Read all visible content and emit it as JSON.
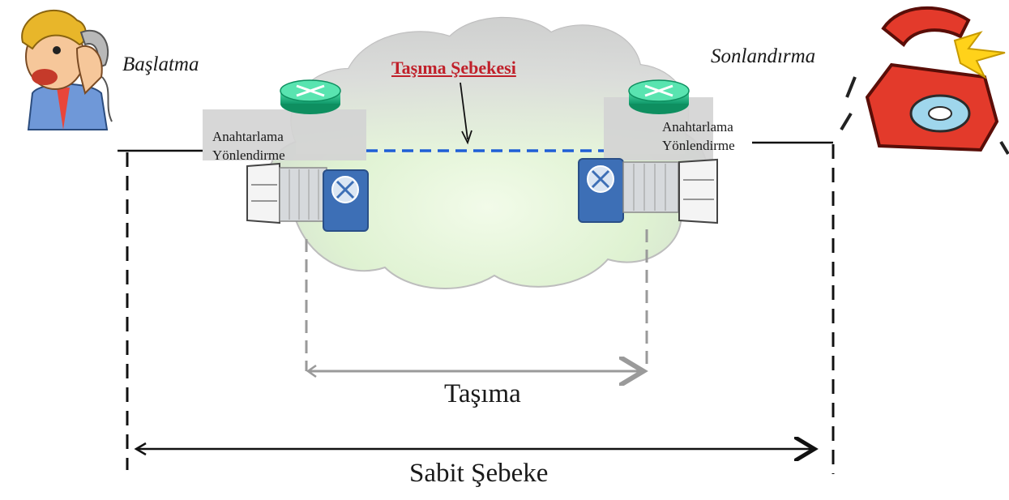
{
  "labels": {
    "start": "Başlatma",
    "end": "Sonlandırma",
    "network_title": "Taşıma Şebekesi",
    "left_node_line1": "Anahtarlama",
    "left_node_line2": "Yönlendirme",
    "right_node_line1": "Anahtarlama",
    "right_node_line2": "Yönlendirme",
    "transport": "Taşıma",
    "fixed_network": "Sabit Şebeke"
  },
  "icons": {
    "caller": "person-on-phone-icon",
    "receiver": "ringing-phone-icon",
    "router": "router-icon",
    "switch": "switch-rack-icon"
  },
  "colors": {
    "title": "#c0202a",
    "dashed_link": "#1f5fd6",
    "router": "#1fae7c",
    "switch_panel": "#3d6fb6"
  }
}
